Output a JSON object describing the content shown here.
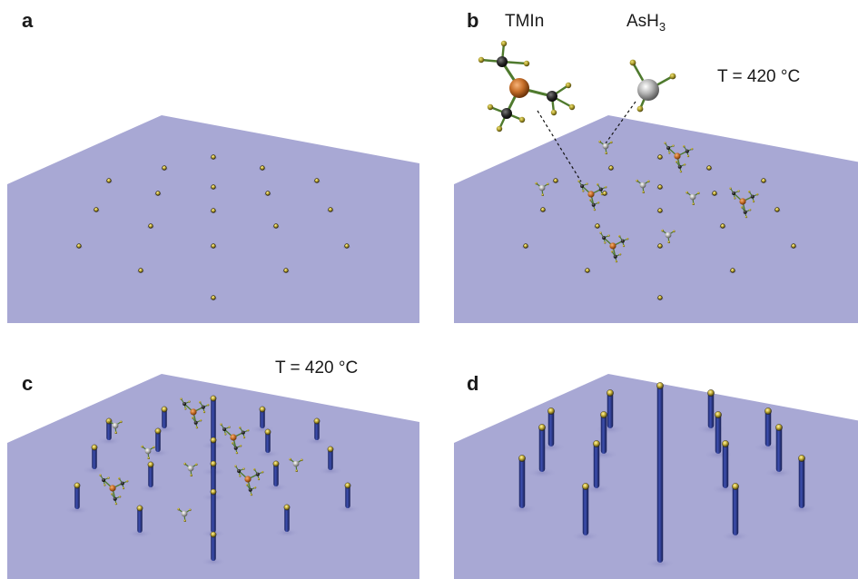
{
  "panels": [
    {
      "letter": "a"
    },
    {
      "letter": "b",
      "precursor_1": "TMIn",
      "precursor_2_base": "AsH",
      "precursor_2_sub": "3",
      "temperature": "T = 420 °C"
    },
    {
      "letter": "c",
      "temperature": "T = 420 °C"
    },
    {
      "letter": "d"
    }
  ],
  "colors": {
    "substrate": "#a8a8d4",
    "nanowire": "#2b3a8f",
    "gold_catalyst": "#b8a432",
    "indium_atom": "#c8702a",
    "arsenic_atom": "#b0b0b0",
    "carbon_atom": "#2a2a2a",
    "hydrogen_atom": "#a89a2a",
    "bond": "#4f7a2e"
  }
}
